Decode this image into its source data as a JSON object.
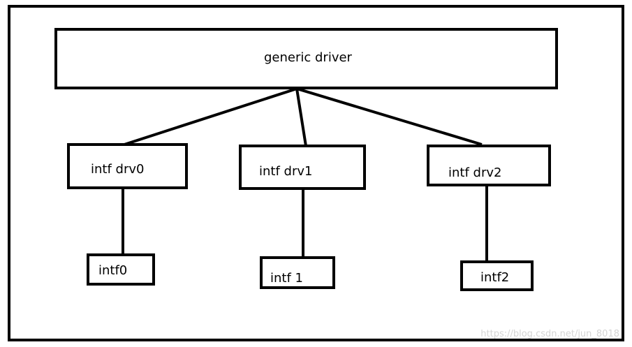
{
  "diagram": {
    "root": {
      "label": "generic driver"
    },
    "drivers": [
      {
        "label": "intf drv0"
      },
      {
        "label": "intf drv1"
      },
      {
        "label": "intf drv2"
      }
    ],
    "interfaces": [
      {
        "label": "intf0"
      },
      {
        "label": "intf 1"
      },
      {
        "label": "intf2"
      }
    ],
    "watermark": "https://blog.csdn.net/jun_8018"
  },
  "colors": {
    "stroke": "#000000",
    "background": "#ffffff",
    "watermark": "#d4d4d4"
  }
}
